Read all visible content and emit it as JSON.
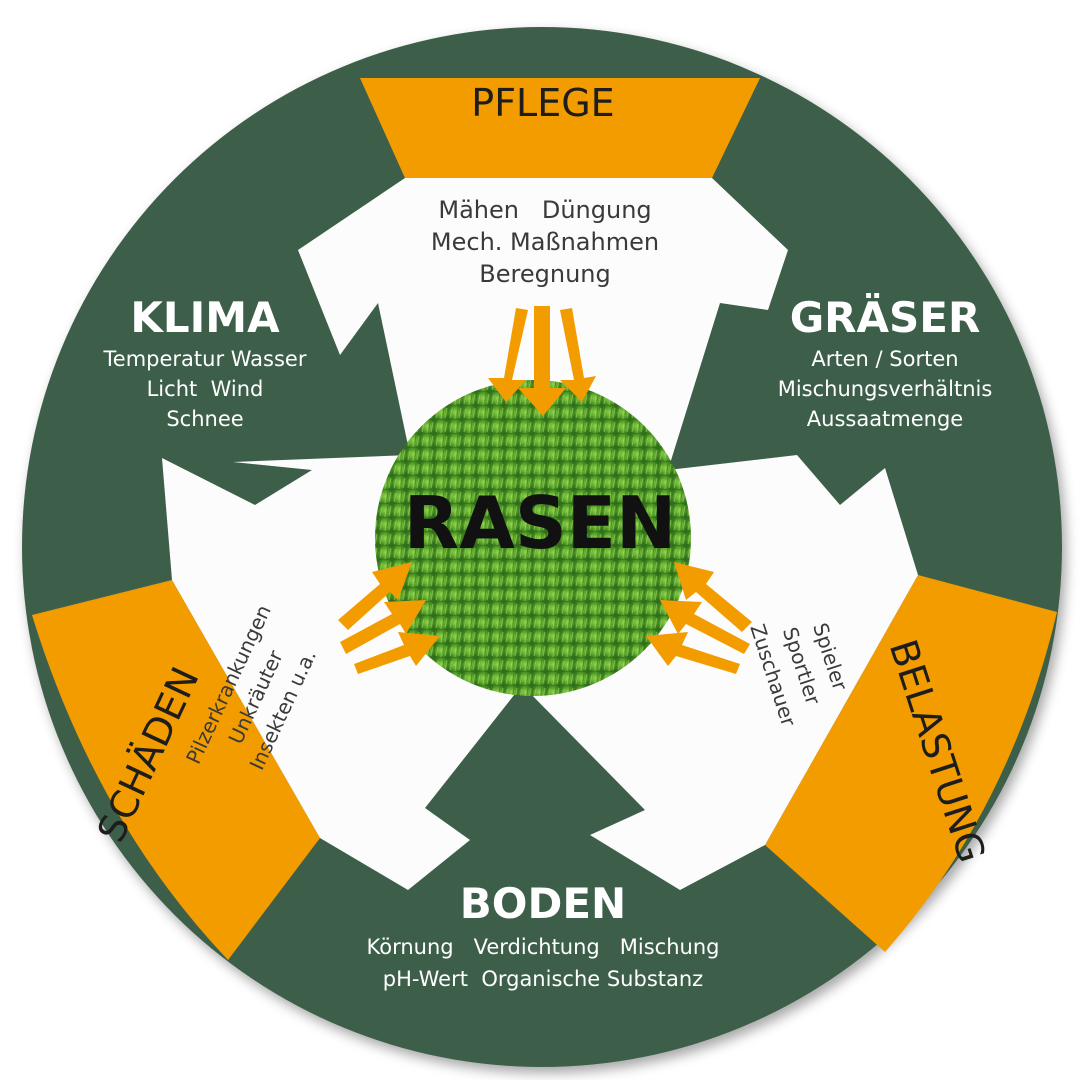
{
  "center": {
    "label": "RASEN"
  },
  "pflege": {
    "title": "PFLEGE",
    "lines": [
      "Mähen   Düngung",
      "Mech. Maßnahmen",
      "Beregnung"
    ]
  },
  "klima": {
    "title": "KLIMA",
    "lines": [
      "Temperatur Wasser",
      "Licht  Wind",
      "Schnee"
    ]
  },
  "graeser": {
    "title": "GRÄSER",
    "lines": [
      "Arten / Sorten",
      "Mischungsverhältnis",
      "Aussaatmenge"
    ]
  },
  "boden": {
    "title": "BODEN",
    "lines": [
      "Körnung   Verdichtung   Mischung",
      "pH-Wert  Organische Substanz"
    ]
  },
  "schaeden": {
    "title": "SCHÄDEN",
    "lines": [
      "Pilzerkrankungen",
      "Unkräuter",
      "Insekten u.a."
    ]
  },
  "belastung": {
    "title": "BELASTUNG",
    "lines": [
      "Spieler",
      "Sportler",
      "Zuschauer"
    ]
  },
  "colors": {
    "green": "#3e5e49",
    "orange": "#f39c00",
    "white": "#fcfcfc",
    "grass": "#5aa52c"
  }
}
